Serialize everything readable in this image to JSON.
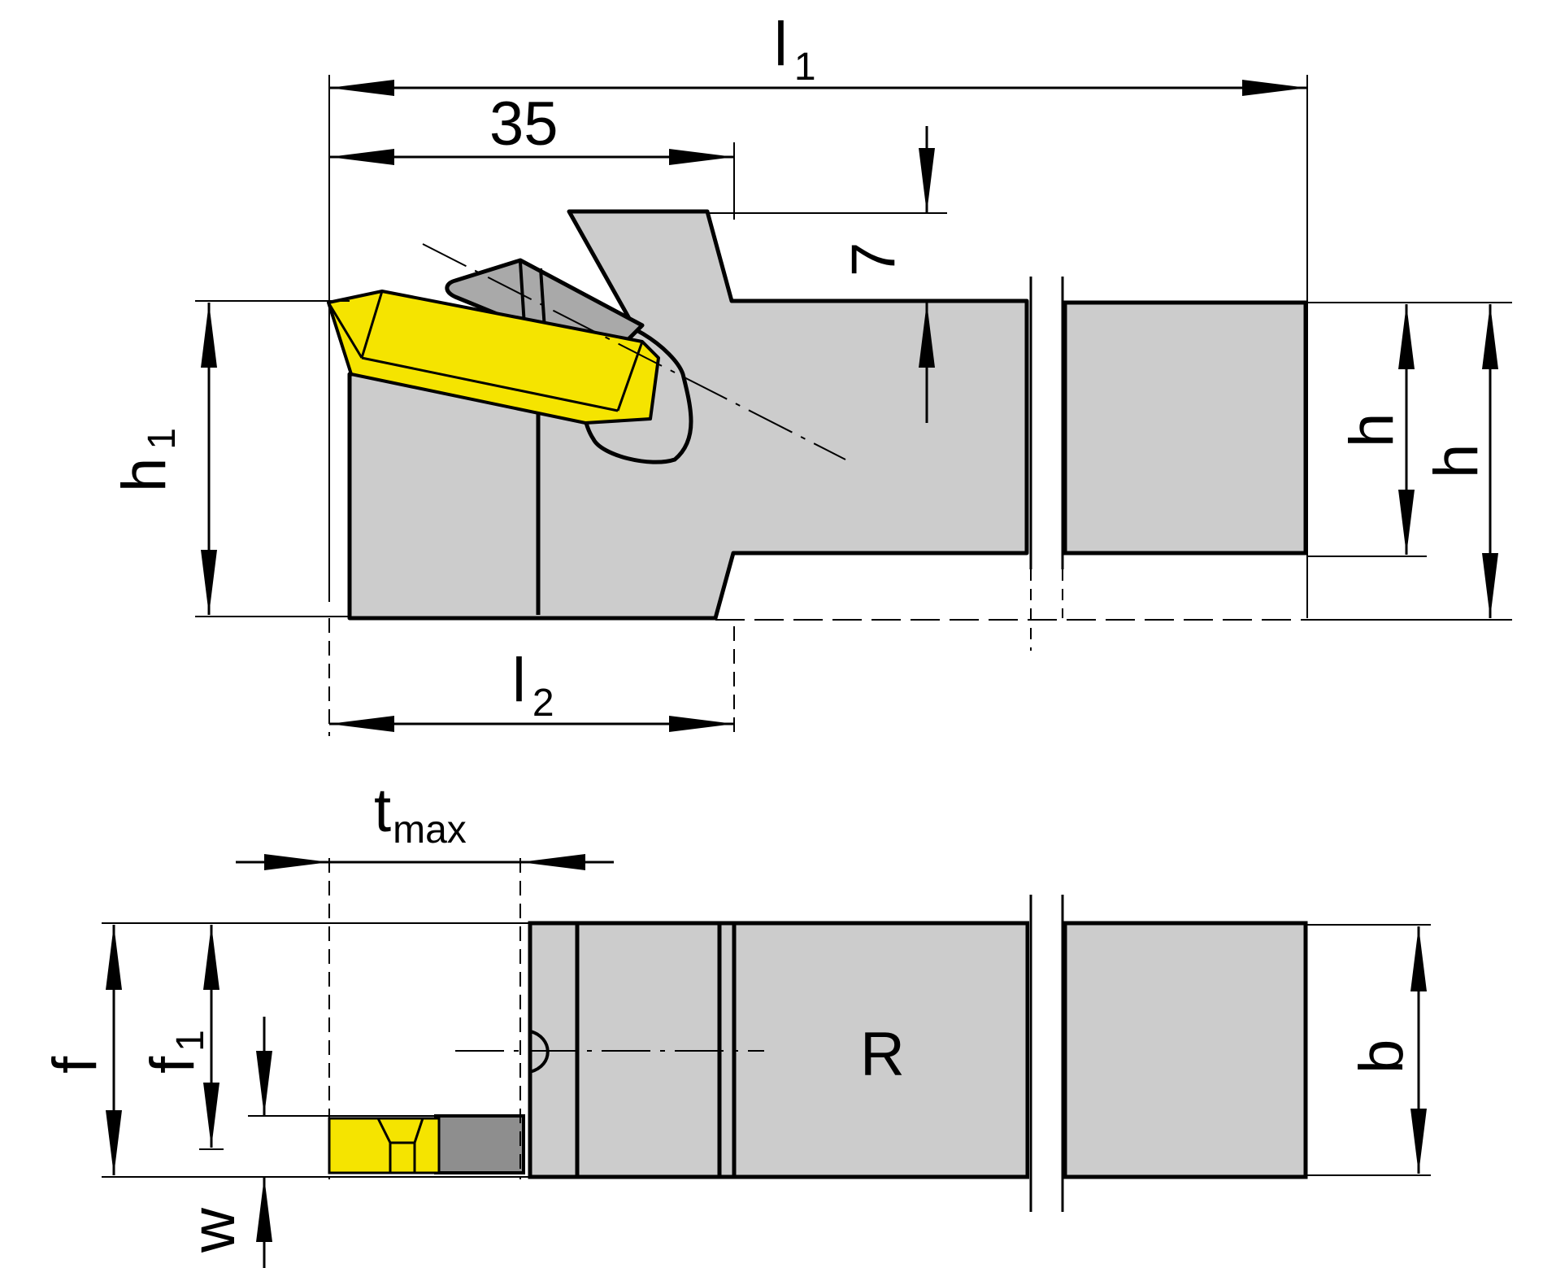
{
  "labels": {
    "l1": "l",
    "l1_sub": "1",
    "l2": "l",
    "l2_sub": "2",
    "dim35": "35",
    "dim7": "7",
    "h1": "h",
    "h1_sub": "1",
    "h_inner": "h",
    "h_outer": "h",
    "tmax": "t",
    "tmax_sub": "max",
    "f": "f",
    "f1": "f",
    "f1_sub": "1",
    "w": "w",
    "b": "b",
    "hand": "R"
  },
  "colors": {
    "body": "#cccccc",
    "insert": "#f5e400",
    "clamp": "#a9a9a9",
    "screw": "#8e8e8e",
    "line": "#000000"
  }
}
